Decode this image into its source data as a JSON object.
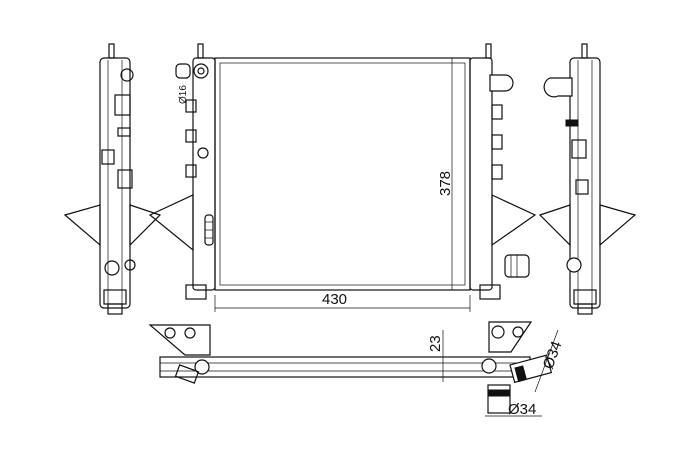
{
  "drawing": {
    "subject": "radiator",
    "dimensions": {
      "width": "430",
      "height": "378",
      "core_thickness": "23",
      "inlet_diameter": "Ø34",
      "outlet_diameter": "Ø34",
      "small_pipe_diameter": "Ø16"
    }
  }
}
